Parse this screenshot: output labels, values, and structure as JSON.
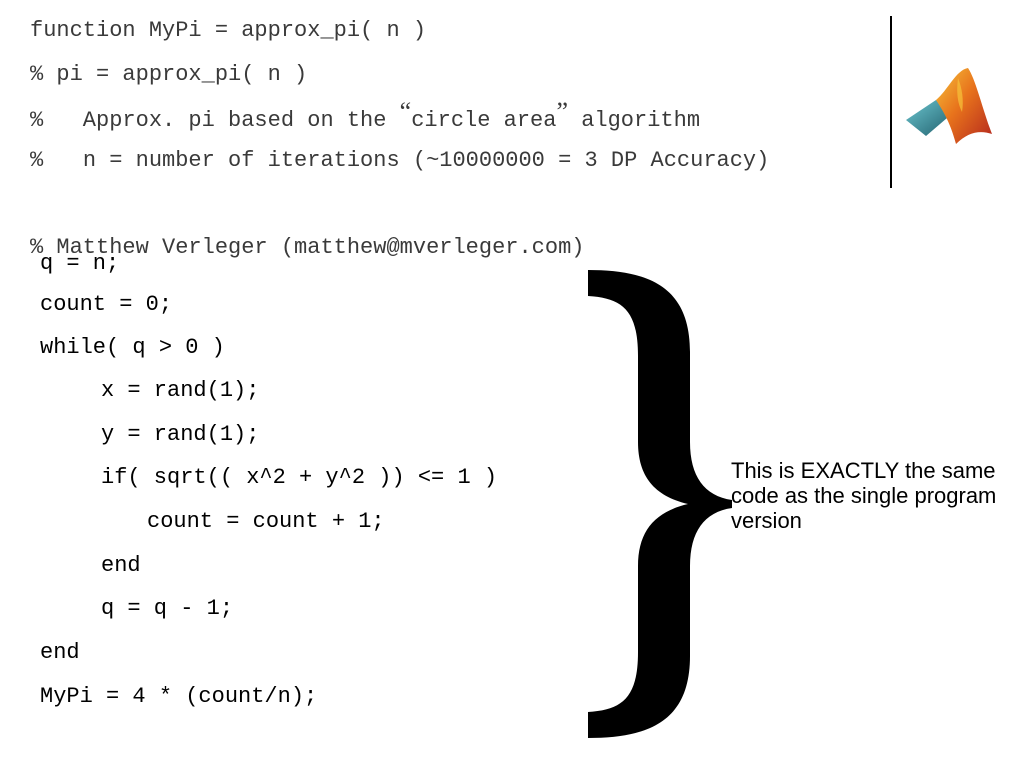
{
  "header": {
    "lines": [
      "function MyPi = approx_pi( n )",
      "% pi = approx_pi( n )",
      "n = number of iterations (~10000000 = 3 DP Accuracy)"
    ],
    "approx_line": {
      "prefix": "%   Approx. pi based on the ",
      "open_quote": "“",
      "quoted": "circle area",
      "close_quote": "”",
      "suffix": " algorithm"
    },
    "iterations_prefix": "%   ",
    "author": "% Matthew Verleger (matthew@mverleger.com)"
  },
  "code": {
    "lines": [
      "q = n;",
      "count = 0;",
      "while( q > 0 )",
      "x = rand(1);",
      "y = rand(1);",
      "if( sqrt(( x^2 + y^2 )) <= 1 )",
      "count = count + 1;",
      "end",
      "q = q - 1;",
      "end",
      "MyPi = 4 * (count/n);"
    ]
  },
  "annotation": {
    "text": "This is EXACTLY the same code as the single program version"
  },
  "logo": {
    "icon": "matlab-membrane-logo",
    "colors": {
      "orange": "#e8731c",
      "red": "#b3261e",
      "yellow": "#f6c33b",
      "teal": "#3fa7b5",
      "dark_teal": "#1f5d6b"
    }
  }
}
